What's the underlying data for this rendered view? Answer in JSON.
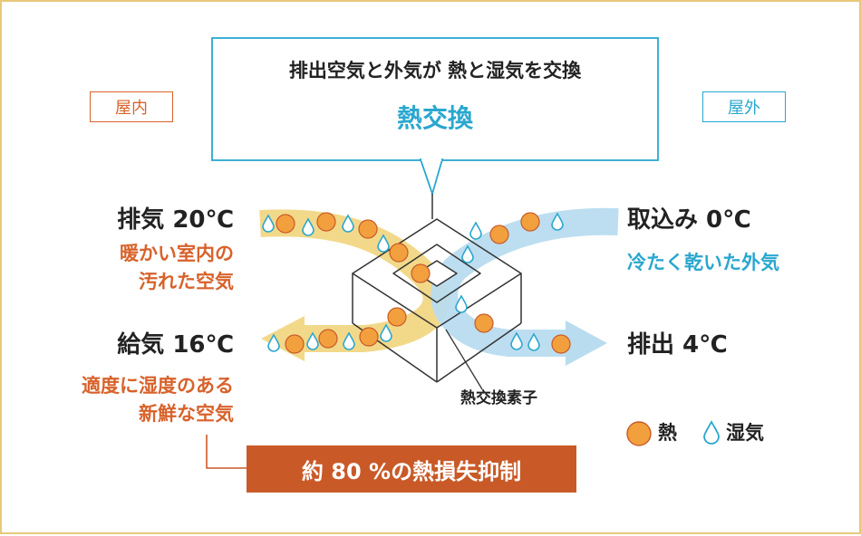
{
  "callout": {
    "line1": "排出空気と外気が 熱と湿気を交換",
    "title": "熱交換"
  },
  "tags": {
    "indoor": "屋内",
    "outdoor": "屋外"
  },
  "left": {
    "exhaust_label": "排気 20℃",
    "exhaust_desc_1": "暖かい室内の",
    "exhaust_desc_2": "汚れた空気",
    "supply_label": "給気 16℃",
    "supply_desc_1": "適度に湿度のある",
    "supply_desc_2": "新鮮な空気"
  },
  "right": {
    "intake_label": "取込み 0℃",
    "intake_desc": "冷たく乾いた外気",
    "discharge_label": "排出 4℃"
  },
  "element_label": "熱交換素子",
  "legend": {
    "heat": "熱",
    "humidity": "湿気"
  },
  "summary": "約 80 %の熱損失抑制",
  "colors": {
    "orange": "#d8622b",
    "blue": "#2aa7cf",
    "warm_flow": "#f2d98a",
    "cool_flow": "#b9dcef",
    "frame": "#e8c97a"
  }
}
